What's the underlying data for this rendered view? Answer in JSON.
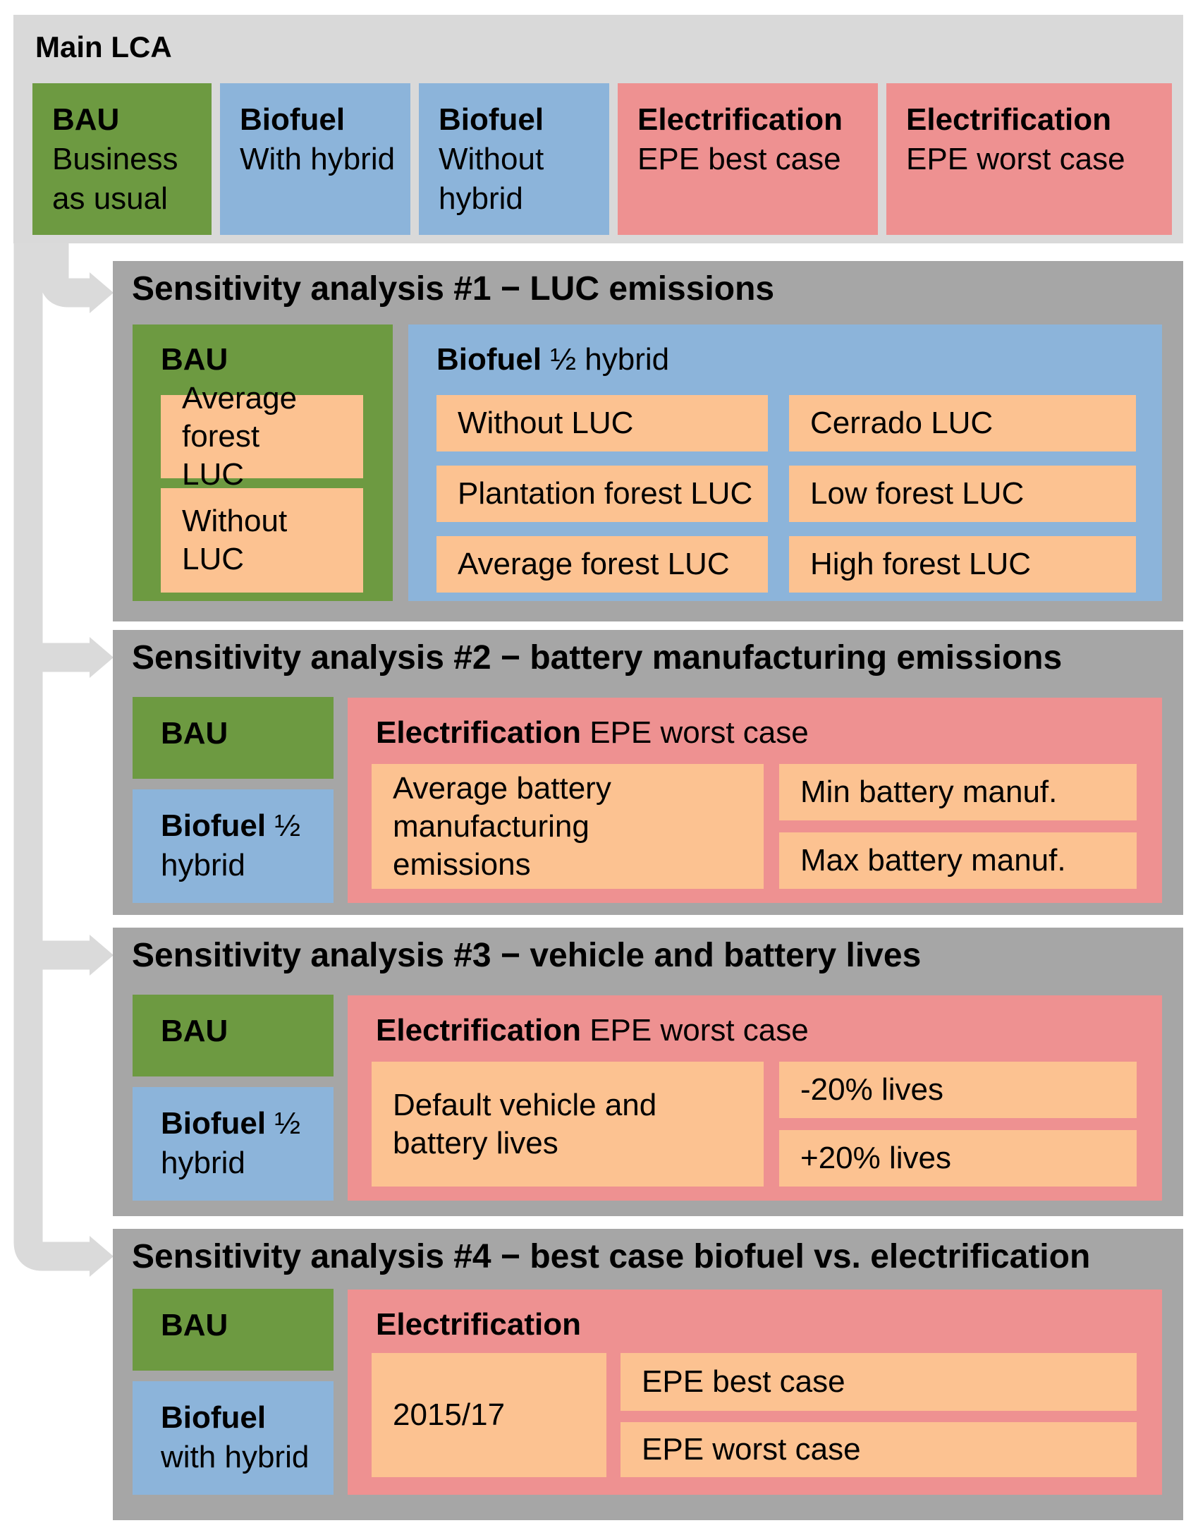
{
  "main": {
    "title": "Main LCA",
    "scenarios": [
      {
        "name": "BAU",
        "desc": "Business as usual"
      },
      {
        "name": "Biofuel",
        "desc": "With hybrid"
      },
      {
        "name": "Biofuel",
        "desc": "Without hybrid"
      },
      {
        "name": "Electrification",
        "desc": "EPE best case"
      },
      {
        "name": "Electrification",
        "desc": "EPE worst case"
      }
    ]
  },
  "panels": [
    {
      "title": "Sensitivity analysis #1 − LUC emissions",
      "bau": {
        "label": "BAU",
        "options": [
          "Average forest LUC",
          "Without LUC"
        ]
      },
      "biofuel": {
        "label_bold": "Biofuel",
        "label_rest": " ½ hybrid",
        "col_a": [
          "Without LUC",
          "Plantation forest LUC",
          "Average forest LUC"
        ],
        "col_b": [
          "Cerrado LUC",
          "Low forest LUC",
          "High forest LUC"
        ]
      }
    },
    {
      "title": "Sensitivity analysis #2 − battery manufacturing emissions",
      "left": [
        {
          "bold": "BAU",
          "rest": ""
        },
        {
          "bold": "Biofuel",
          "rest": " ½ hybrid"
        }
      ],
      "right": {
        "header_bold": "Electrification",
        "header_rest": " EPE worst case",
        "main_option": "Average battery manufacturing emissions",
        "options": [
          "Min battery manuf.",
          "Max battery manuf."
        ]
      }
    },
    {
      "title": "Sensitivity analysis #3 − vehicle and battery lives",
      "left": [
        {
          "bold": "BAU",
          "rest": ""
        },
        {
          "bold": "Biofuel",
          "rest": " ½ hybrid"
        }
      ],
      "right": {
        "header_bold": "Electrification",
        "header_rest": " EPE worst case",
        "main_option": "Default vehicle and battery lives",
        "options": [
          "-20% lives",
          "+20% lives"
        ]
      }
    },
    {
      "title": "Sensitivity analysis #4 − best case biofuel vs. electrification",
      "left": [
        {
          "bold": "BAU",
          "rest": ""
        },
        {
          "bold": "Biofuel",
          "rest": " with hybrid"
        }
      ],
      "right": {
        "header_bold": "Electrification",
        "header_rest": "",
        "main_option": "2015/17",
        "options": [
          "EPE best case",
          "EPE worst case"
        ]
      }
    }
  ],
  "colors": {
    "light_gray_panel": "#d9d9d9",
    "dark_gray_panel": "#a6a6a6",
    "green": "#6d9a41",
    "blue": "#8cb4da",
    "pink": "#ee9191",
    "orange": "#fcc291",
    "connector_gray": "#dadada",
    "text": "#000000"
  }
}
